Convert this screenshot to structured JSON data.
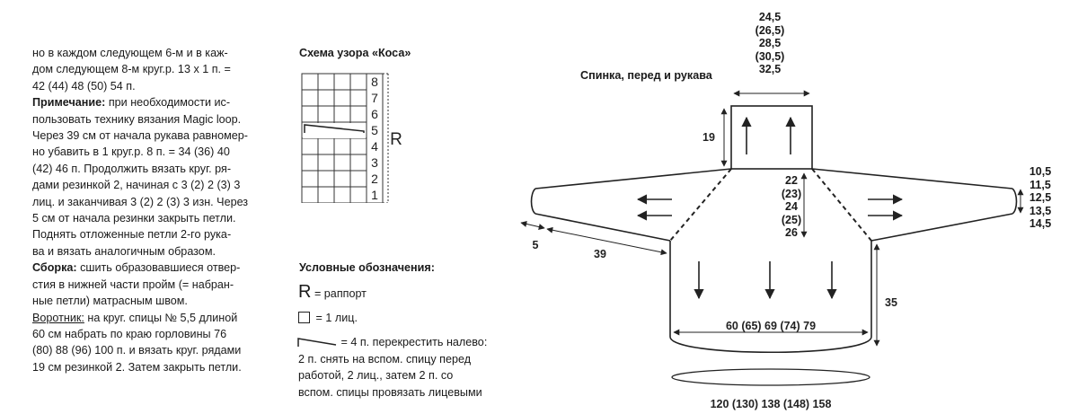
{
  "instructions": {
    "lines_1": [
      "но в каждом следующем 6-м и в каж-",
      "дом следующем 8-м круг.р. 13 х 1 п. =",
      "42 (44) 48 (50) 54 п."
    ],
    "note_label": "Примечание:",
    "note_first": " при необходимости ис-",
    "lines_2": [
      "пользовать технику вязания Magic loop.",
      "Через 39 см от начала рукава равномер-",
      "но убавить в 1 круг.р. 8 п. = 34 (36) 40",
      "(42) 46 п. Продолжить вязать круг. ря-",
      "дами резинкой 2, начиная с 3 (2) 2 (3) 3",
      "лиц. и заканчивая 3 (2) 2 (3) 3 изн. Через",
      "5 см от начала резинки закрыть петли.",
      "Поднять отложенные петли 2-го рука-",
      "ва и вязать аналогичным образом."
    ],
    "assembly_label": "Сборка:",
    "assembly_first": " сшить образовавшиеся отвер-",
    "lines_3": [
      "стия в нижней части пройм (= набран-",
      "ные петли) матрасным швом."
    ],
    "collar_label": "Воротник:",
    "collar_first": " на круг. спицы № 5,5 длиной",
    "lines_4": [
      "60 см набрать по краю горловины 76",
      "(80) 88 (96) 100 п. и вязать круг. рядами",
      "19 см резинкой 2. Затем закрыть петли."
    ]
  },
  "chart": {
    "title": "Схема узора «Коса»",
    "row_numbers": [
      "8",
      "7",
      "6",
      "5",
      "4",
      "3",
      "2",
      "1"
    ],
    "repeat_label": "R"
  },
  "legend": {
    "title": "Условные обозначения:",
    "repeat_symbol": "R",
    "repeat_text": " = раппорт",
    "knit_text": " = 1 лиц.",
    "cable_text": " = 4 п. перекрестить налево:",
    "cable_desc": [
      "2 п. снять на вспом. спицу перед",
      "работой, 2 лиц., затем 2 п. со",
      "вспом. спицы провязать лицевыми"
    ]
  },
  "schematic": {
    "title": "Спинка, перед и рукава",
    "neck_width": [
      "24,5",
      "(26,5)",
      "28,5",
      "(30,5)",
      "32,5"
    ],
    "collar_height": "19",
    "raglan_depth": [
      "22",
      "(23)",
      "24",
      "(25)",
      "26"
    ],
    "cuff_width": [
      "10,5",
      "11,5",
      "12,5",
      "13,5",
      "14,5"
    ],
    "cuff_length": "5",
    "sleeve_length": "39",
    "body_length": "35",
    "body_width": "60 (65) 69 (74) 79",
    "hem_circumference": "120 (130) 138 (148) 158"
  }
}
